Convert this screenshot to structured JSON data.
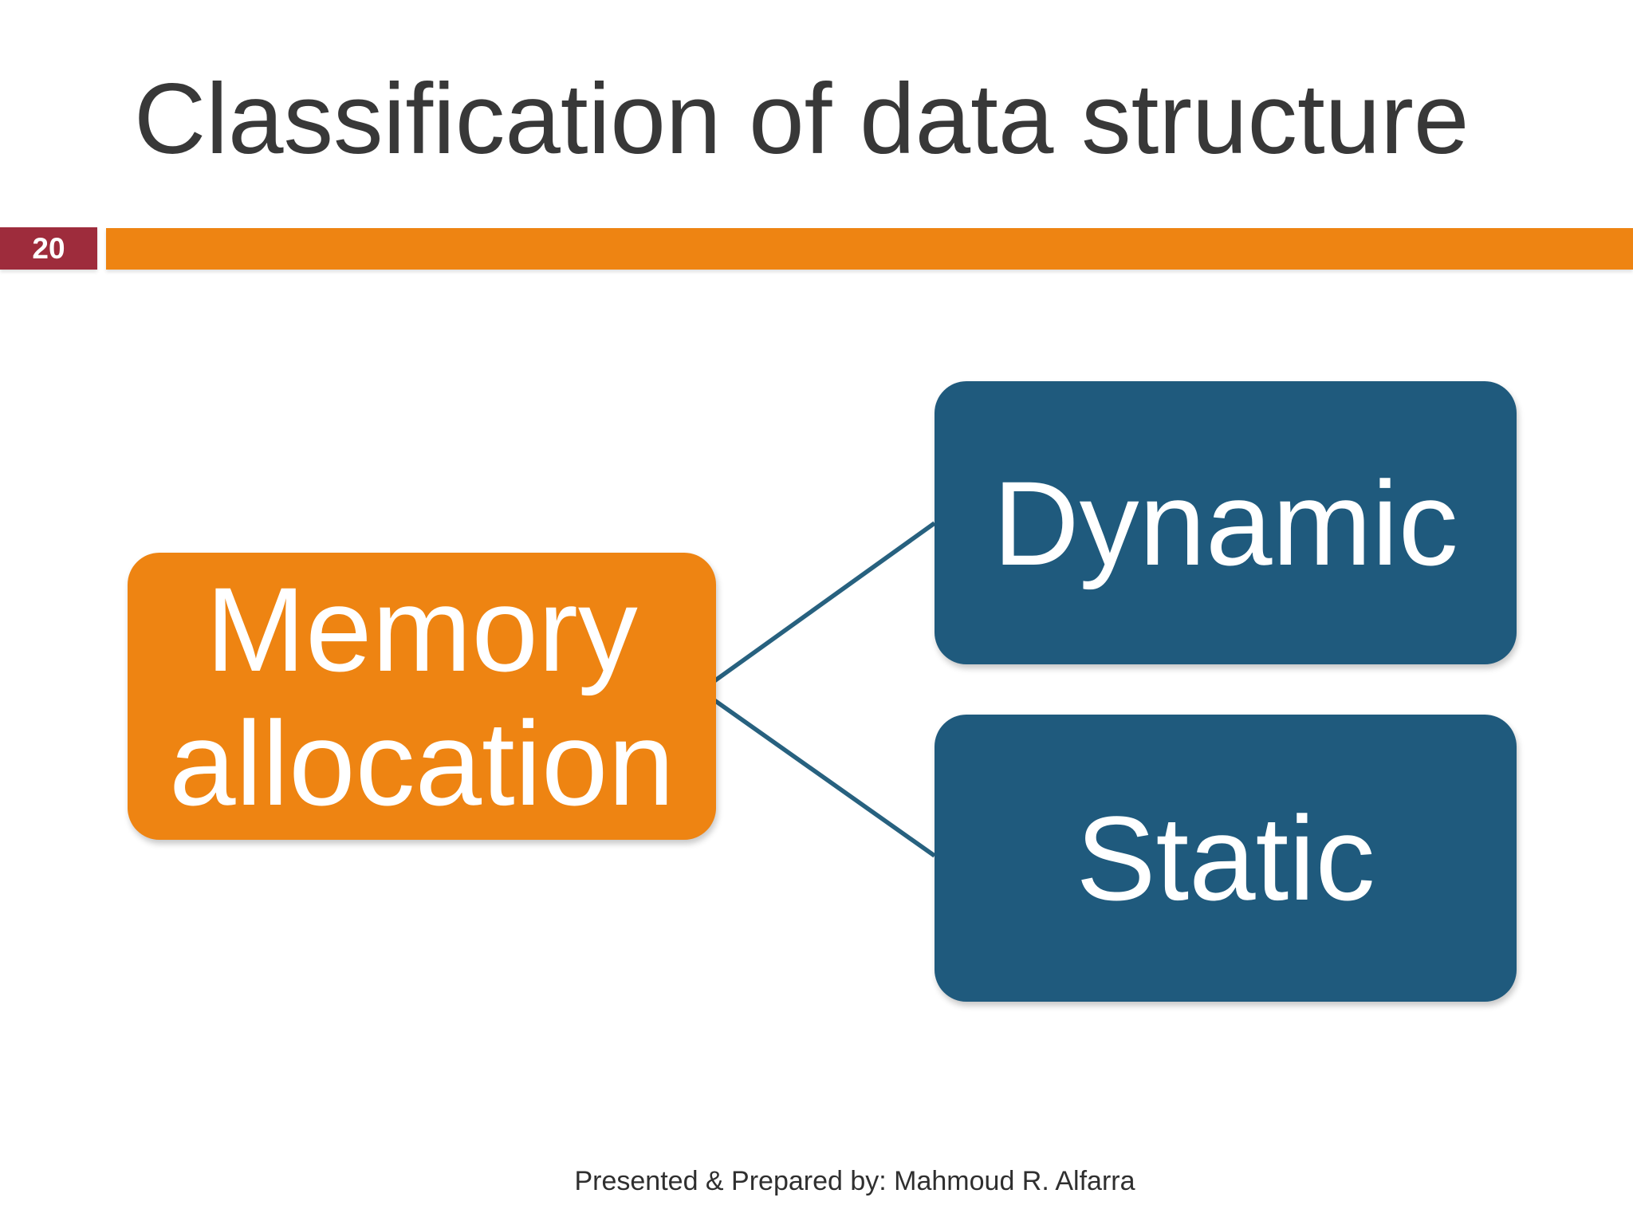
{
  "slide": {
    "title": "Classification of data structure",
    "page_number": "20",
    "footer": "Presented & Prepared by: Mahmoud R. Alfarra"
  },
  "diagram": {
    "type": "hierarchy",
    "root": {
      "label": "Memory allocation"
    },
    "children": [
      {
        "label": "Dynamic"
      },
      {
        "label": "Static"
      }
    ]
  },
  "colors": {
    "accent_orange": "#EE8412",
    "node_blue": "#1F5A7D",
    "page_badge_maroon": "#9E2C3C",
    "connector_blue": "#27617F",
    "title_text": "#383838",
    "node_text": "#FFFFFF",
    "footer_text": "#2F2F2F"
  }
}
